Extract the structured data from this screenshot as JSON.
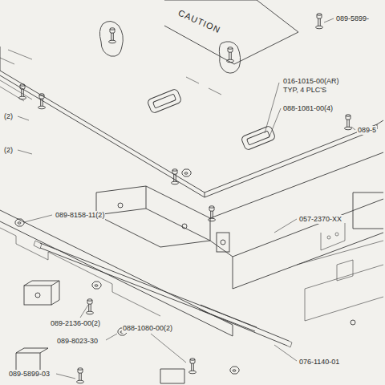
{
  "diagram": {
    "labels": [
      "CAUTION",
      "089-5899-",
      "016-1015-00(AR) TYP, 4 PLC'S",
      "088-1081-00(4)",
      "089-5",
      "(2)",
      "(2)",
      "089-8158-11(2)",
      "057-2370-XX",
      "089-2136-00(2)",
      "089-8023-30",
      "088-1080-00(2)",
      "089-5899-03",
      "076-1140-01"
    ]
  }
}
